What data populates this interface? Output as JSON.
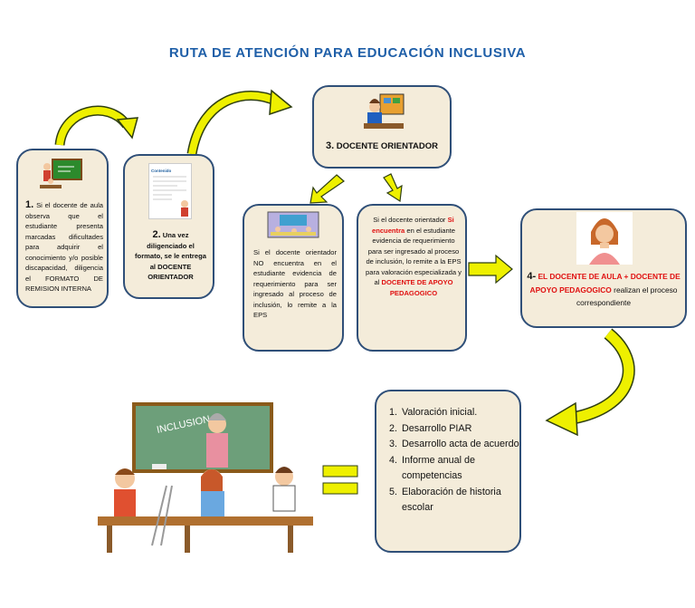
{
  "title": "RUTA DE ATENCIÓN PARA EDUCACIÓN INCLUSIVA",
  "colors": {
    "box_fill": "#f4ecda",
    "box_border": "#2f4f78",
    "arrow_yellow": "#eef000",
    "title_blue": "#1f5fa8",
    "highlight_red": "#e01010"
  },
  "step1": {
    "number": "1.",
    "text": "Si el docente de aula observa que el estudiante presenta marcadas dificultades para adquirir el conocimiento y/o posible discapacidad, diligencia el FORMATO DE REMISION INTERNA"
  },
  "step2": {
    "form_title": "Contenido",
    "number": "2.",
    "text": "Una vez diligenciado el formato, se le entrega al DOCENTE ORIENTADOR"
  },
  "step3": {
    "number": "3.",
    "label": "DOCENTE ORIENTADOR"
  },
  "branch_no": {
    "text": "Si el docente orientador NO encuentra en el estudiante evidencia de requerimiento para ser ingresado al proceso de inclusión, lo remite a la EPS"
  },
  "branch_yes": {
    "prefix": "Si el docente orientador",
    "highlight": "Si encuentra",
    "text": "en el estudiante evidencia de requerimiento para ser ingresado al proceso de inclusión, lo remite a la EPS para valoración especializada y al",
    "highlight2": "DOCENTE DE APOYO PEDAGOGICO"
  },
  "step4": {
    "number": "4-",
    "highlight": "EL DOCENTE DE AULA + DOCENTE DE APOYO PEDAGOGICO",
    "text": "realizan el proceso correspondiente"
  },
  "classroom": {
    "board_text": "INCLUSION"
  },
  "results": [
    "Valoración inicial.",
    "Desarrollo PIAR",
    "Desarrollo acta de acuerdo",
    "Informe anual de competencias",
    "Elaboración de historia escolar"
  ]
}
